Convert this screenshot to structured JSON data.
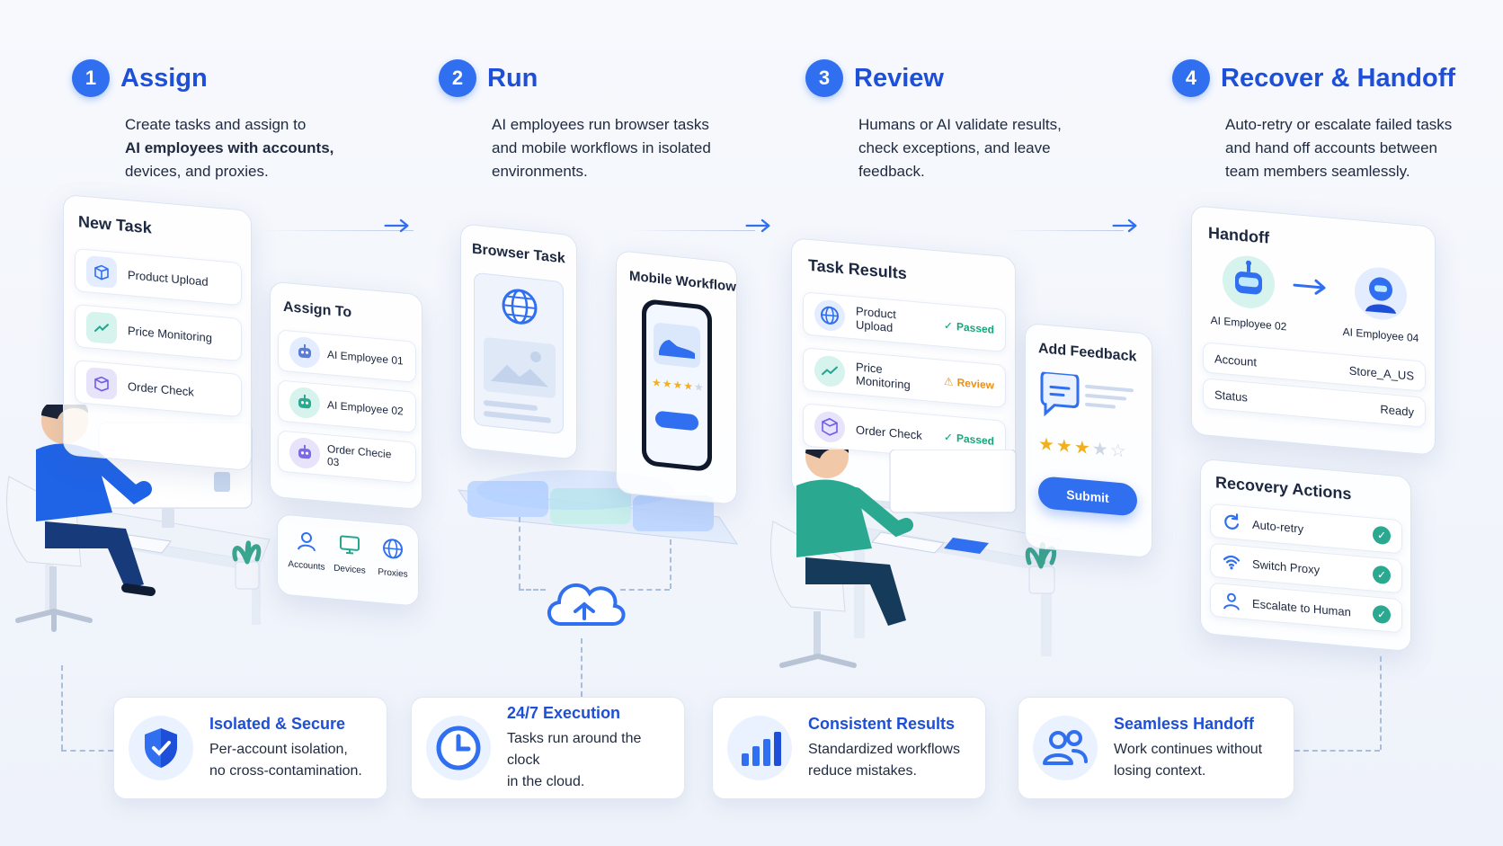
{
  "steps": [
    {
      "num": "1",
      "title": "Assign",
      "desc_plain": "Create tasks and assign to",
      "desc_bold": "AI employees with accounts,",
      "desc_tail": "devices, and proxies."
    },
    {
      "num": "2",
      "title": "Run",
      "desc": "AI employees run browser tasks and mobile workflows in isolated environments."
    },
    {
      "num": "3",
      "title": "Review",
      "desc": "Humans or AI validate results, check exceptions, and leave feedback."
    },
    {
      "num": "4",
      "title": "Recover & Handoff",
      "desc": "Auto-retry or escalate failed tasks and hand off accounts between team members seamlessly."
    }
  ],
  "new_task": {
    "title": "New Task",
    "items": [
      "Product Upload",
      "Price Monitoring",
      "Order Check"
    ]
  },
  "assign_to": {
    "title": "Assign To",
    "items": [
      "AI Employee 01",
      "AI Employee 02",
      "Order Checie 03"
    ],
    "resources": [
      "Accounts",
      "Devices",
      "Proxies"
    ]
  },
  "run": {
    "browser_title": "Browser Task",
    "mobile_title": "Mobile Workflow",
    "rating_stars": 4
  },
  "task_results": {
    "title": "Task Results",
    "rows": [
      {
        "label": "Product Upload",
        "status": "Passed"
      },
      {
        "label": "Price Monitoring",
        "status": "Review"
      },
      {
        "label": "Order Check",
        "status": "Passed"
      }
    ]
  },
  "feedback": {
    "title": "Add Feedback",
    "rating_stars": 3,
    "submit": "Submit"
  },
  "handoff": {
    "title": "Handoff",
    "from": "AI Employee 02",
    "to": "AI Employee 04",
    "account_label": "Account",
    "account_value": "Store_A_US",
    "status_label": "Status",
    "status_value": "Ready"
  },
  "recovery": {
    "title": "Recovery Actions",
    "items": [
      "Auto-retry",
      "Switch Proxy",
      "Escalate to Human"
    ]
  },
  "features": [
    {
      "title": "Isolated & Secure",
      "line1": "Per-account isolation,",
      "line2": "no cross-contamination.",
      "icon": "shield-icon"
    },
    {
      "title": "24/7 Execution",
      "line1": "Tasks run around the clock",
      "line2": "in the cloud.",
      "icon": "clock-icon"
    },
    {
      "title": "Consistent Results",
      "line1": "Standardized workflows",
      "line2": "reduce mistakes.",
      "icon": "bar-chart-icon"
    },
    {
      "title": "Seamless Handoff",
      "line1": "Work continues without",
      "line2": "losing context.",
      "icon": "users-icon"
    }
  ],
  "colors": {
    "accent": "#2f6ff0",
    "title_blue": "#1d4fd8",
    "pass_green": "#17a57c",
    "review_orange": "#e8901a"
  }
}
